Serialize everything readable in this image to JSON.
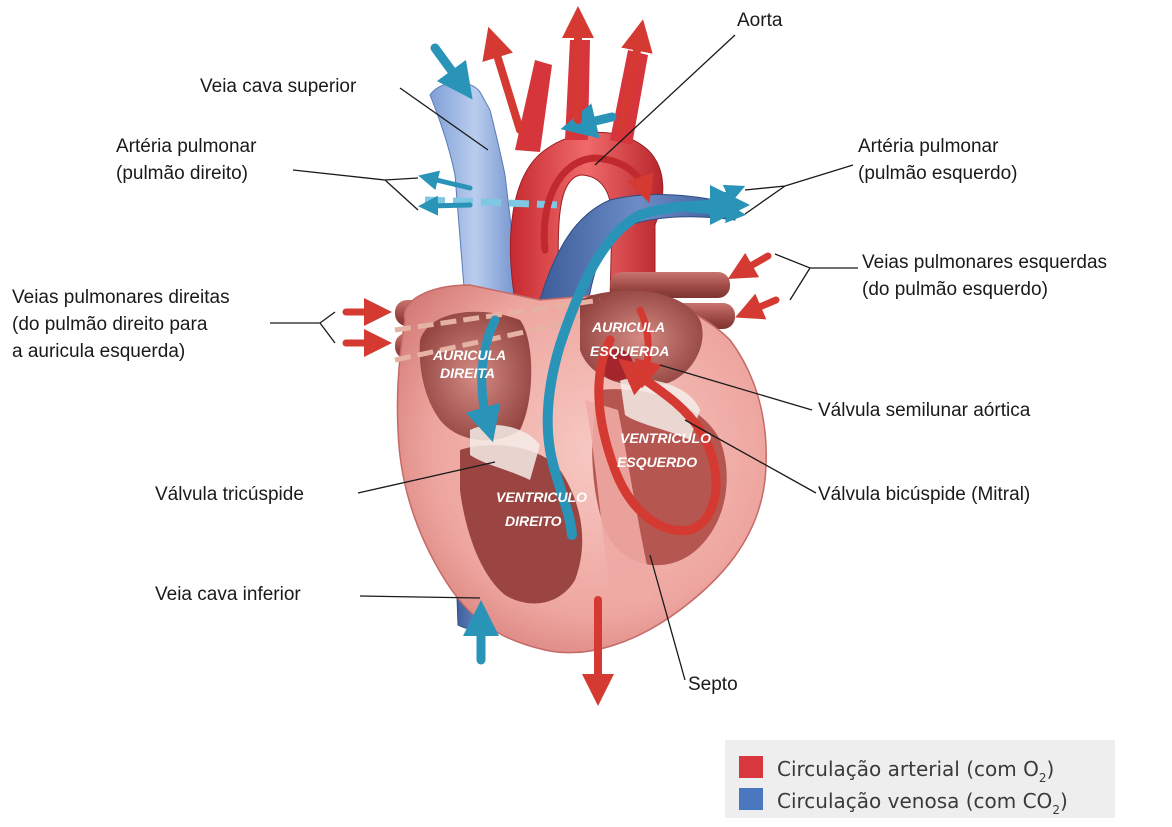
{
  "labels": {
    "aorta": "Aorta",
    "vcs": "Veia cava superior",
    "ap_dir_1": "Artéria pulmonar",
    "ap_dir_2": "(pulmão direito)",
    "ap_esq_1": "Artéria pulmonar",
    "ap_esq_2": "(pulmão esquerdo)",
    "vpe_1": "Veias pulmonares esquerdas",
    "vpe_2": "(do pulmão esquerdo)",
    "vpd_1": "Veias pulmonares direitas",
    "vpd_2": "(do pulmão direito para",
    "vpd_3": "a auricula esquerda)",
    "valv_aortica": "Válvula semilunar aórtica",
    "valv_tricuspide": "Válvula tricúspide",
    "valv_bicuspide": "Válvula bicúspide (Mitral)",
    "vci": "Veia cava inferior",
    "septo": "Septo"
  },
  "chambers": {
    "aur_dir_1": "AURICULA",
    "aur_dir_2": "DIREITA",
    "aur_esq_1": "AURICULA",
    "aur_esq_2": "ESQUERDA",
    "ven_dir_1": "VENTRICULO",
    "ven_dir_2": "DIREITO",
    "ven_esq_1": "VENTRICULO",
    "ven_esq_2": "ESQUERDO"
  },
  "legend": {
    "arterial_prefix": "Circulação arterial (com O",
    "arterial_sub": "2",
    "arterial_suffix": ")",
    "venosa_prefix": "Circulação venosa (com CO",
    "venosa_sub": "2",
    "venosa_suffix": ")",
    "arterial_color": "#d9363e",
    "venosa_color": "#4a78c0"
  },
  "colors": {
    "arterial": "#d9363e",
    "venosa": "#4a78c0",
    "flow_arrow_blue": "#2a93b8",
    "heart_muscle": "#e8a0a0"
  }
}
